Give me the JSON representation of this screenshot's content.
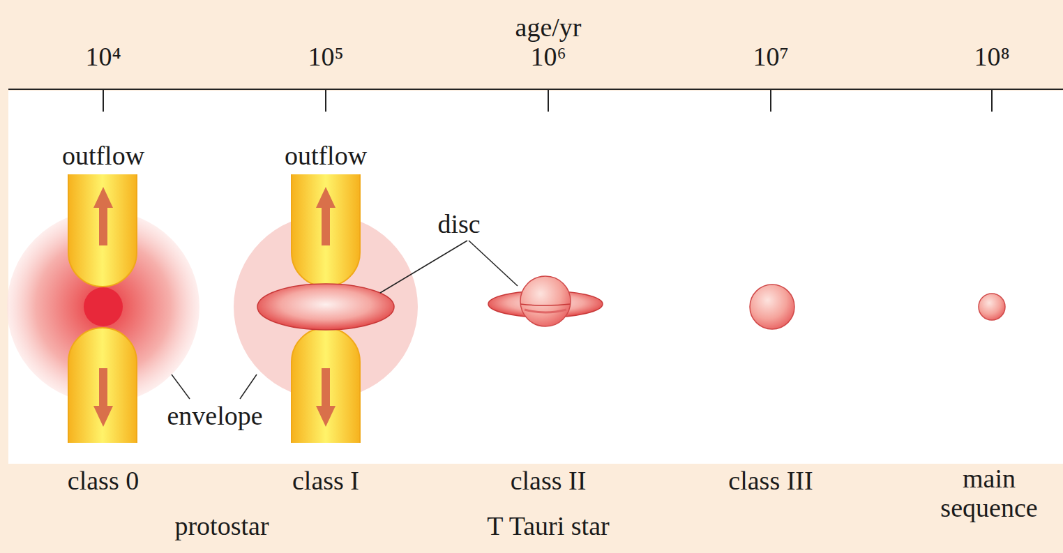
{
  "diagram": {
    "labels": [
      "age/yr",
      "10⁴",
      "10⁵",
      "10⁶",
      "10⁷",
      "10⁸",
      "outflow",
      "outflow",
      "disc",
      "envelope",
      "class 0",
      "class I",
      "class II",
      "class III",
      "main sequence",
      "protostar",
      "T Tauri star"
    ]
  }
}
